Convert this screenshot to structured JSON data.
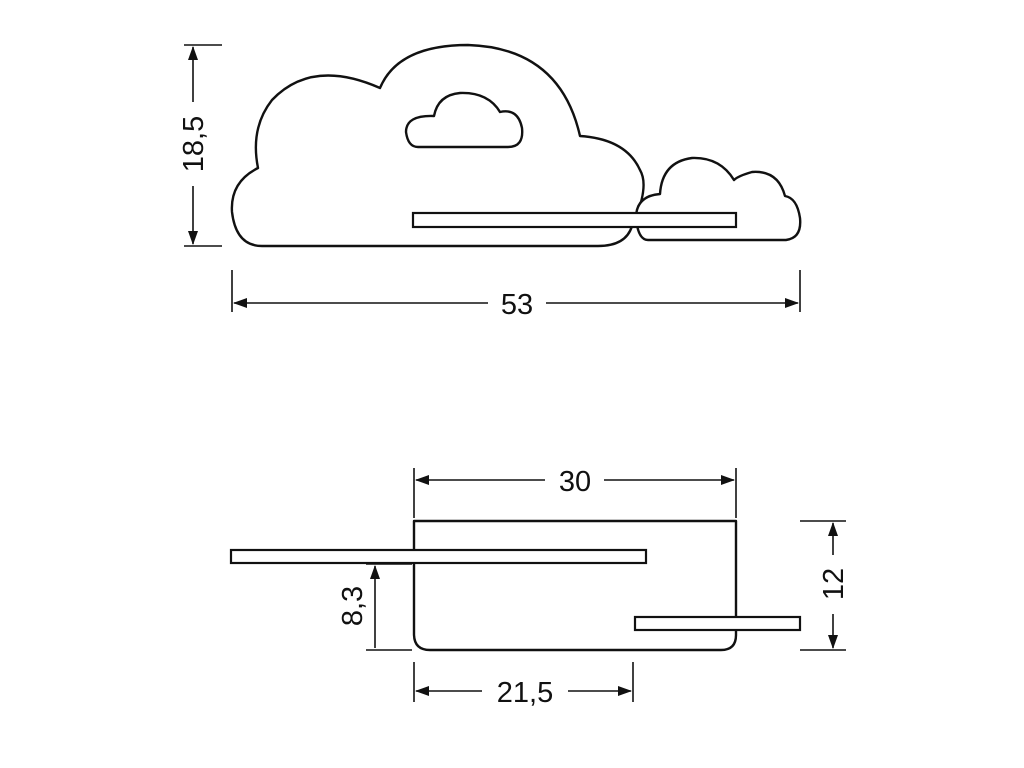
{
  "front_view": {
    "height_label": "18,5",
    "width_label": "53"
  },
  "top_view": {
    "depth_label": "30",
    "total_depth_label": "12",
    "shelf_spacing_label": "8,3",
    "plank_width_label": "21,5"
  },
  "colors": {
    "line": "#111111",
    "background": "#ffffff"
  }
}
